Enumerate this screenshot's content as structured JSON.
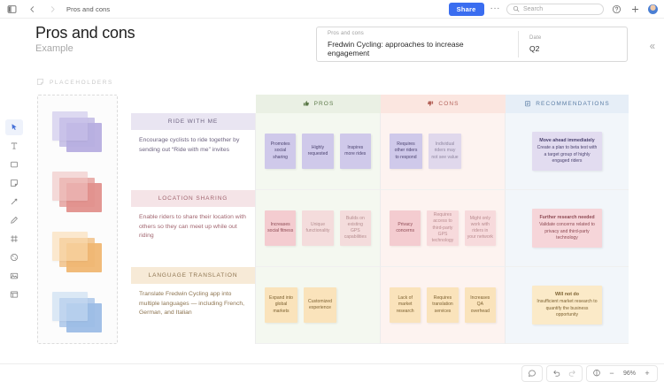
{
  "topbar": {
    "sidebar_toggle_icon": "panel-icon",
    "back_icon": "chevron-left-icon",
    "forward_icon": "chevron-right-icon",
    "breadcrumb": "Pros and cons",
    "share_label": "Share",
    "more_label": "···",
    "search_placeholder": "Search",
    "search_icon": "search-icon",
    "help_icon": "help-circle-icon",
    "plus_icon": "plus-icon",
    "avatar_label": "avatar"
  },
  "toolbar": {
    "tools": [
      {
        "name": "select-tool",
        "icon": "cursor-icon",
        "active": true
      },
      {
        "name": "text-tool",
        "icon": "text-icon",
        "active": false
      },
      {
        "name": "shape-tool",
        "icon": "square-icon",
        "active": false
      },
      {
        "name": "sticky-note-tool",
        "icon": "sticky-note-icon",
        "active": false
      },
      {
        "name": "line-tool",
        "icon": "line-icon",
        "active": false
      },
      {
        "name": "pen-tool",
        "icon": "pen-icon",
        "active": false
      },
      {
        "name": "frame-tool",
        "icon": "frame-icon",
        "active": false
      },
      {
        "name": "color-tool",
        "icon": "palette-icon",
        "active": false
      },
      {
        "name": "image-tool",
        "icon": "image-icon",
        "active": false
      },
      {
        "name": "card-tool",
        "icon": "card-icon",
        "active": false
      }
    ]
  },
  "board": {
    "title": "Pros and cons",
    "subtitle": "Example",
    "collapse_icon": "chevrons-left-icon",
    "header_card": {
      "field_label": "Pros and cons",
      "field_value": "Fredwin Cycling: approaches to increase engagement",
      "date_label": "Date",
      "date_value": "Q2"
    },
    "placeholders": {
      "label": "PLACEHOLDERS",
      "icon": "sticky-note-icon",
      "stacks": [
        {
          "name": "purple-note-stack",
          "color": "#b7aee0"
        },
        {
          "name": "red-note-stack",
          "color": "#e2918d"
        },
        {
          "name": "orange-note-stack",
          "color": "#f0b773"
        },
        {
          "name": "blue-note-stack",
          "color": "#9dbde6"
        }
      ]
    },
    "columns": [
      {
        "label": "PROS",
        "icon": "thumbs-up-icon"
      },
      {
        "label": "CONS",
        "icon": "thumbs-down-icon"
      },
      {
        "label": "RECOMMENDATIONS",
        "icon": "clipboard-icon"
      }
    ],
    "rows": [
      {
        "label": "RIDE WITH ME",
        "description": "Encourage cyclists to ride together by sending out “Ride with me” invites",
        "accent_bg": "#e9e5f2",
        "accent_fg": "#6d6380",
        "note_bg": "#cfc9ea",
        "note_fg": "#4c4470",
        "pros": [
          "Promotes social sharing",
          "Highly requested",
          "Inspires more rides"
        ],
        "cons": [
          "Requires other riders to respond",
          "Individual riders may not see value"
        ],
        "cons_faded": [
          false,
          true
        ],
        "recommendation": {
          "title": "Move ahead immediately",
          "body": "Create a plan to beta test with a target group of highly engaged riders",
          "bg": "#e2dcf0",
          "fg": "#4c4470"
        }
      },
      {
        "label": "LOCATION SHARING",
        "description": "Enable riders to share their location with others so they can meet up while out riding",
        "accent_bg": "#f5e4e7",
        "accent_fg": "#a1656f",
        "note_bg": "#f4ccd0",
        "note_fg": "#8e4a53",
        "pros": [
          "Increases social fitness",
          "Unique functionality",
          "Builds on existing GPS capabilities"
        ],
        "cons": [
          "Privacy concerns",
          "Requires access to third-party GPS technology",
          "Might only work with riders in your network"
        ],
        "cons_faded": [
          false,
          true,
          true
        ],
        "recommendation": {
          "title": "Further research needed",
          "body": "Validate concerns related to privacy and third-party technology",
          "bg": "#f6d5d9",
          "fg": "#8e4a53"
        }
      },
      {
        "label": "LANGUAGE TRANSLATION",
        "description": "Translate Fredwin Cycling app into multiple languages — including French, German, and Italian",
        "accent_bg": "#f7ead7",
        "accent_fg": "#8d7450",
        "note_bg": "#fae3bb",
        "note_fg": "#7d6232",
        "pros": [
          "Expand into global markets",
          "Customized experience"
        ],
        "cons": [
          "Lack of market research",
          "Requires translation services",
          "Increases QA overhead"
        ],
        "cons_faded": [
          false,
          false,
          false
        ],
        "recommendation": {
          "title": "Will not do",
          "body": "Insufficient market research to quantify the business opportunity",
          "bg": "#fbeac8",
          "fg": "#7d6232"
        }
      }
    ]
  },
  "bottombar": {
    "comment_icon": "comment-icon",
    "undo_icon": "undo-icon",
    "redo_icon": "redo-icon",
    "fit_icon": "fit-screen-icon",
    "zoom_out_label": "−",
    "zoom_level": "96%",
    "zoom_in_label": "+"
  },
  "theme": {
    "accent": "#3a6df0",
    "pros": "#eaf0e4",
    "cons": "#fbe6e0",
    "recs": "#e6eef7"
  }
}
